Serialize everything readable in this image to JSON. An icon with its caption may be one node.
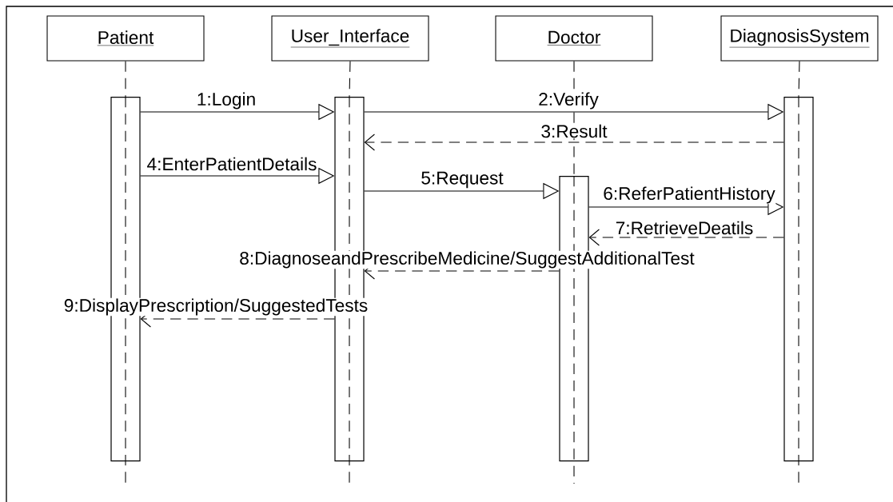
{
  "diagram": {
    "nodes": [
      {
        "text": [
          "Patient"
        ]
      },
      {
        "text": [
          "User_Interface"
        ]
      },
      {
        "text": [
          "Doctor"
        ]
      },
      {
        "text": [
          "DiagnosisSystem"
        ]
      },
      {
        "text": [],
        "shape": "bar"
      },
      {
        "text": [],
        "shape": "bar"
      },
      {
        "text": [],
        "shape": "bar"
      },
      {
        "text": [],
        "shape": "bar"
      }
    ],
    "edges": [
      {
        "from": 4,
        "to": 5,
        "arrow": "to",
        "label": "1:Login"
      },
      {
        "from": 5,
        "to": 7,
        "arrow": "to",
        "label": "2:Verify"
      },
      {
        "from": 7,
        "to": 5,
        "arrow": "to",
        "label": "3:Result",
        "style": "dashed"
      },
      {
        "from": 4,
        "to": 5,
        "arrow": "to",
        "label": "4:EnterPatientDetails"
      },
      {
        "from": 5,
        "to": 6,
        "arrow": "to",
        "label": "5:Request"
      },
      {
        "from": 6,
        "to": 7,
        "arrow": "to",
        "label": "6:ReferPatientHistory"
      },
      {
        "from": 7,
        "to": 6,
        "arrow": "to",
        "label": "7:RetrieveDeatils",
        "style": "dashed"
      },
      {
        "from": 6,
        "to": 5,
        "arrow": "to",
        "label": "8:DiagnoseandPrescribeMedicine/SuggestAdditionalTest",
        "style": "dashed"
      },
      {
        "from": 5,
        "to": 4,
        "arrow": "to",
        "label": "9:DisplayPrescription/SuggestedTests",
        "style": "dashed"
      },
      {
        "from": 0,
        "to": 4,
        "arrow": "none",
        "style": "dashed"
      },
      {
        "from": 1,
        "to": 5,
        "arrow": "none",
        "style": "dashed"
      },
      {
        "from": 2,
        "to": 6,
        "arrow": "none",
        "style": "dashed"
      },
      {
        "from": 3,
        "to": 7,
        "arrow": "none",
        "style": "dashed"
      }
    ]
  }
}
